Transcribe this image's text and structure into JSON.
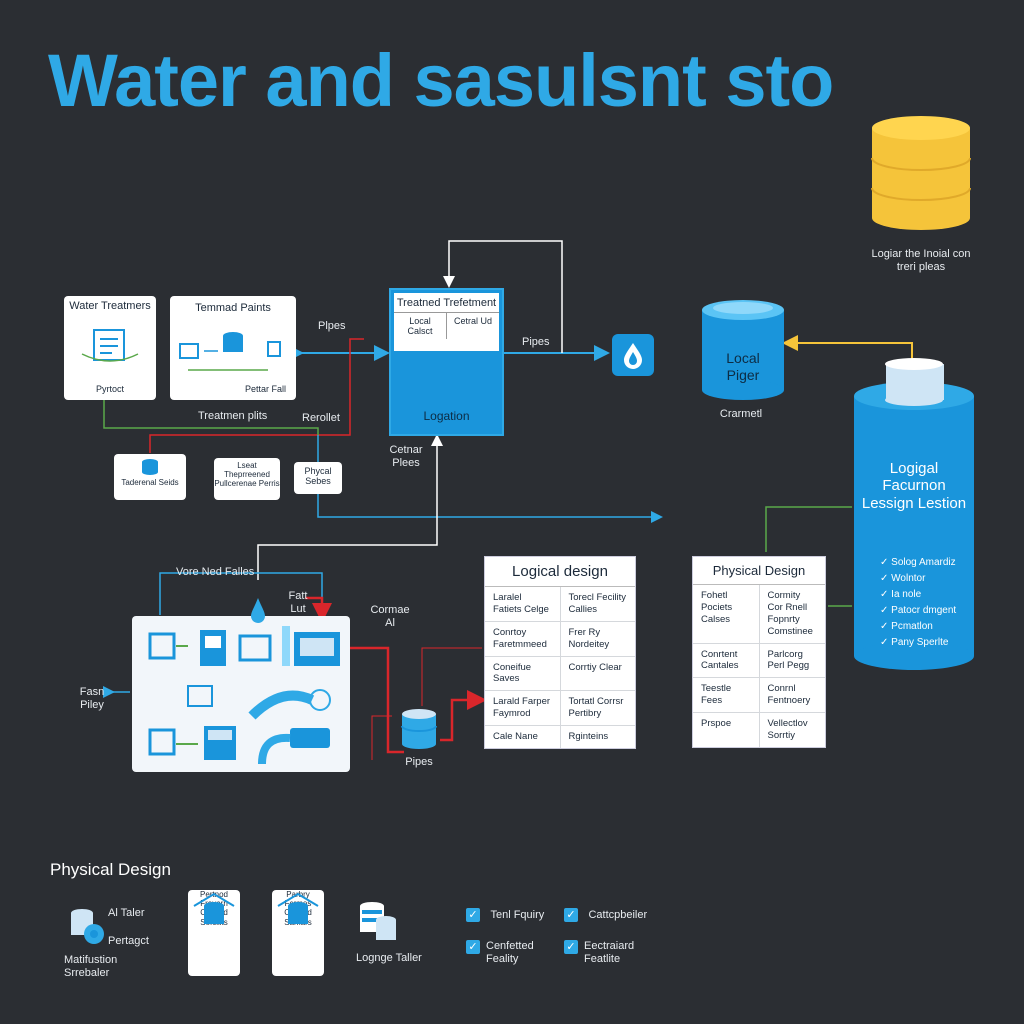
{
  "title": "Water and sasulsnt sto",
  "top_blocks": {
    "water_treatments": {
      "title": "Water Treatmers",
      "caption": "Pyrtoct"
    },
    "treatment_plants": {
      "title": "Temmad Paints",
      "caption": "Pettar Fall"
    },
    "treatment_center": {
      "title": "Treatned Trefetment",
      "cell_left": "Local Calsct",
      "cell_right": "Cetral Ud",
      "bottom": "Logation"
    }
  },
  "labels": {
    "pipes_left": "Plpes",
    "pipes_right": "Pipes",
    "treatment_plants": "Treatmen plits",
    "rerollet": "Rerollet",
    "center_pipes": "Cetnar Plees",
    "yellow_cyl_caption": "Logiar the Inoial con treri pleas",
    "local_piger": "Local Piger",
    "crarmetl": "Crarmetl",
    "vaned_fables": "Vore Ned Falles",
    "fast_lut": "Fatt Lut",
    "cormae_al": "Cormae Al",
    "fasn_piley": "Fasn Piley",
    "pipes_bottom": "Pipes",
    "physical_design_heading": "Physical Design"
  },
  "small_boxes": [
    {
      "text": "Taderenal Seids"
    },
    {
      "text": "Lseat Theprreened Pullcerenae Perris"
    },
    {
      "text": "Phycal Sebes"
    }
  ],
  "big_cylinder": {
    "title": "Logigal Facurnon Lessign Lestion",
    "items": [
      "Solog Amardiz",
      "Wolntor",
      "Ia nole",
      "Patocr dmgent",
      "Pcmatlon",
      "Pany Sperlte"
    ]
  },
  "logical_table": {
    "header": "Logical design",
    "rows": [
      [
        "Laralel Fatiets Celge",
        "Torecl Fecility Callies"
      ],
      [
        "Conrtoy Faretmmeed",
        "Frer Ry Nordeitey"
      ],
      [
        "Coneifue Saves",
        "Corrtiy Clear"
      ],
      [
        "Larald Farper Faymrod",
        "Tortatl Corrsr Pertibry"
      ],
      [
        "Cale Nane",
        "Rginteins"
      ]
    ]
  },
  "physical_table": {
    "header": "Physical Design",
    "rows": [
      [
        "Fohetl Pociets Calses",
        "Cormity Cor Rnell Fopnrty Comstinee"
      ],
      [
        "Conrtent Cantales",
        "Parlcorg Perl Pegg"
      ],
      [
        "Teestle Fees",
        "Conrnl Fentnoery"
      ],
      [
        "Prspoe",
        "Vellectlov Sorrtiy"
      ]
    ]
  },
  "bottom_legend": {
    "item1": {
      "line1": "Al Taler",
      "line2": "Pertagct",
      "line3": "Matifustion Srrebaler"
    },
    "card1": "Pertnod Frovern Calmed Sefcllits",
    "card2": "Parbry Fcrmes Calmed Samars",
    "item4": "Lognge Taller",
    "checks": [
      {
        "text": "Tenl Fquiry"
      },
      {
        "text": "Cattcpbeiler"
      },
      {
        "text": "Cenfetted Feality"
      },
      {
        "text": "Eectraiard Featlite"
      }
    ]
  },
  "colors": {
    "background": "#2b2e33",
    "accent": "#2fa9e6",
    "yellow": "#f5c43a",
    "red": "#d9262b",
    "green": "#5aa84a"
  }
}
